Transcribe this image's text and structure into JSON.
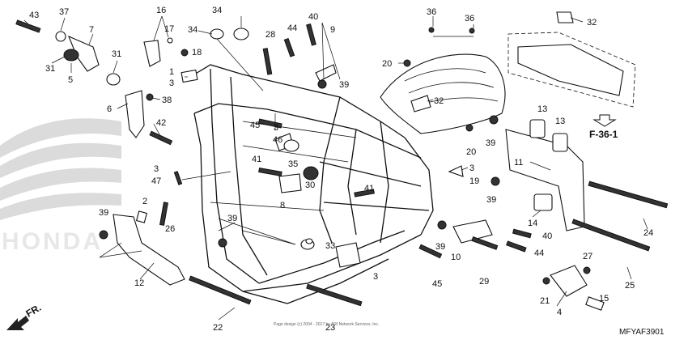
{
  "diagram": {
    "code": "MFYAF3901",
    "reference": "F-36-1",
    "direction_label": "FR.",
    "copyright": "Page design (c) 2004 - 2017 by ARI Network Services, Inc.",
    "watermark": "HONDA",
    "callouts": [
      "1",
      "2",
      "3",
      "4",
      "5",
      "6",
      "7",
      "8",
      "9",
      "10",
      "11",
      "12",
      "13",
      "14",
      "15",
      "16",
      "17",
      "18",
      "19",
      "20",
      "21",
      "22",
      "23",
      "24",
      "25",
      "26",
      "27",
      "28",
      "29",
      "30",
      "31",
      "32",
      "33",
      "34",
      "35",
      "36",
      "37",
      "38",
      "39",
      "40",
      "41",
      "42",
      "43",
      "44",
      "45",
      "46",
      "47"
    ]
  }
}
